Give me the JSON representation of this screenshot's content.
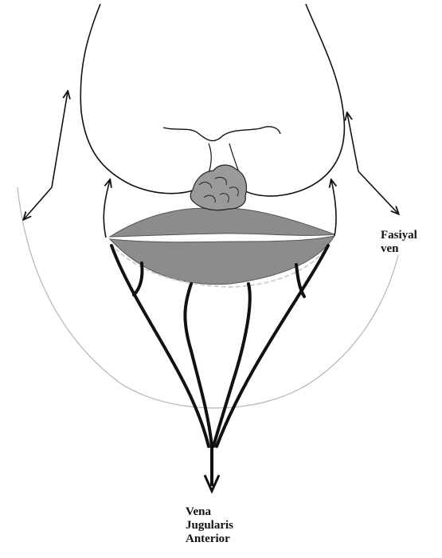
{
  "labels": {
    "facial_vein": {
      "line1": "Fasiyal",
      "line2": "ven"
    },
    "anterior_jugular_vein": {
      "line1": "Vena",
      "line2": "Jugularis",
      "line3": "Anterior"
    }
  },
  "colors": {
    "ink": "#111111",
    "lip_fill": "#8c8c8c",
    "lesion_fill": "#9a9a9a",
    "outline_faint": "#b5b5b5"
  }
}
